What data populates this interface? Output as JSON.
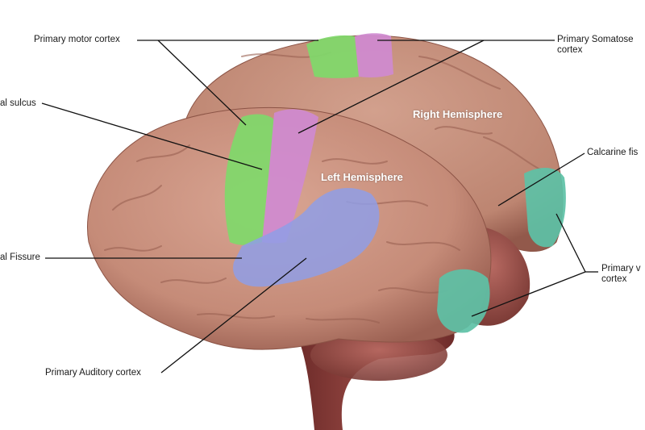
{
  "labels": {
    "primary_motor_cortex": "Primary motor cortex",
    "central_sulcus": "al sulcus",
    "lateral_fissure": "al Fissure",
    "primary_auditory_cortex": "Primary Auditory cortex",
    "primary_somatosensory_line1": "Primary Somatose",
    "primary_somatosensory_line2": "cortex",
    "right_hemisphere": "Right Hemisphere",
    "left_hemisphere": "Left Hemisphere",
    "calcarine_fissure": "Calcarine fis",
    "primary_visual_line1": "Primary v",
    "primary_visual_line2": "cortex"
  },
  "colors": {
    "brain": "#c88f7b",
    "brain_dark": "#9c6456",
    "motor": "#7fd96a",
    "somatosensory": "#cf8ad0",
    "auditory": "#8f9ee6",
    "visual": "#5dc1a6",
    "brainstem": "#8a3a36",
    "cerebellum": "#9e5450",
    "leader_line": "#111111"
  }
}
